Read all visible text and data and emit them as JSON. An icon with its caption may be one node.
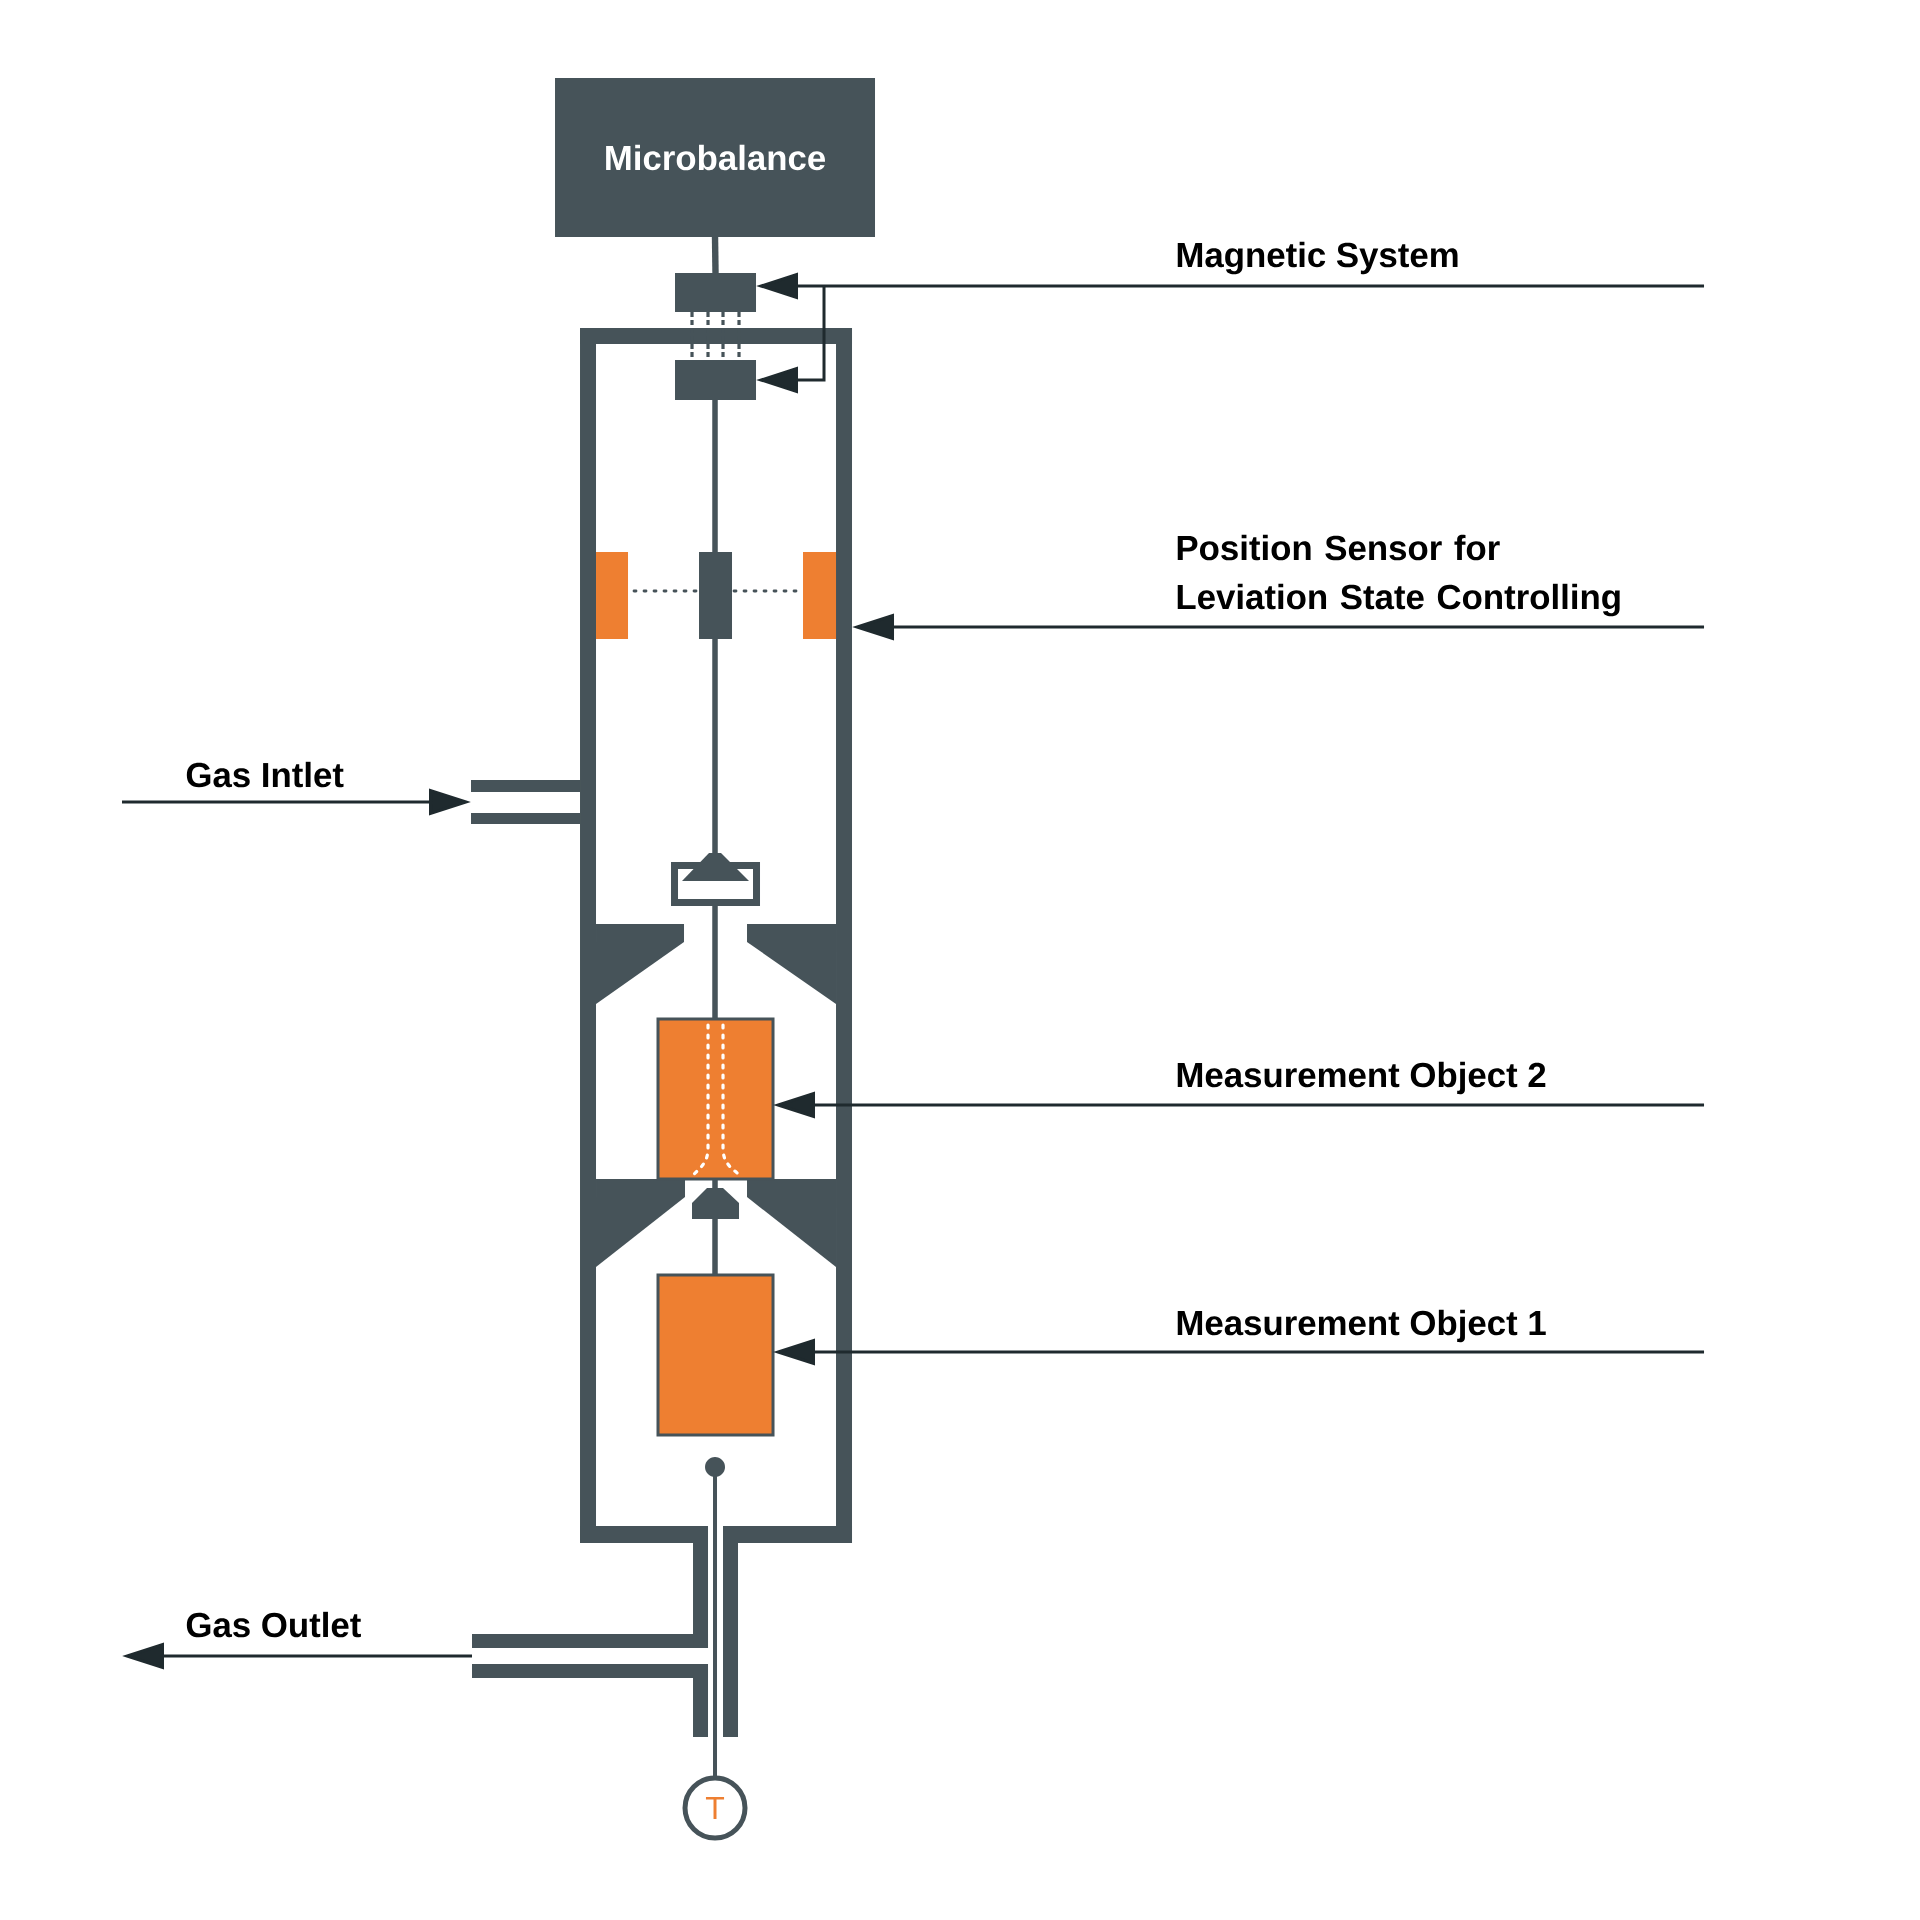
{
  "diagram": {
    "nodes": [
      {
        "text": [
          "Microbalance"
        ]
      },
      {
        "text": [],
        "shape": "box"
      },
      {
        "text": [],
        "shape": "box"
      },
      {
        "text": [],
        "shape": "box",
        "in": 2
      },
      {
        "text": [],
        "shape": "pipe"
      },
      {
        "text": [],
        "shape": "box",
        "in": 2
      },
      {
        "text": [],
        "shape": "box",
        "in": 2
      },
      {
        "text": [],
        "shape": "pipe"
      },
      {
        "text": [
          "T"
        ]
      }
    ],
    "edges": [
      {
        "from": 0,
        "to": 1,
        "arrow": "none",
        "style": "thick",
        "color": "#465359"
      },
      {
        "from": 1,
        "to": 3,
        "arrow": "none",
        "style": "dashed",
        "color": "#465359"
      },
      {
        "from": 1,
        "to": 3,
        "arrow": "none",
        "style": "dashed",
        "color": "#465359"
      },
      {
        "from": 1,
        "to": 3,
        "arrow": "none",
        "style": "dashed",
        "color": "#465359"
      },
      {
        "from": 1,
        "to": 3,
        "arrow": "none",
        "style": "dashed",
        "color": "#465359"
      },
      {
        "from": null,
        "to": 1,
        "arrow": "to",
        "label": "Magnetic System"
      },
      {
        "from": null,
        "to": 3,
        "arrow": "to"
      },
      {
        "from": null,
        "to": 2,
        "arrow": "to",
        "label": "Position Sensor for Leviation State Controlling"
      },
      {
        "from": null,
        "to": 5,
        "arrow": "to",
        "label": "Measurement Object 2"
      },
      {
        "from": null,
        "to": 6,
        "arrow": "to",
        "label": "Measurement Object 1"
      },
      {
        "from": null,
        "to": 4,
        "arrow": "to",
        "label": "Gas Intlet"
      },
      {
        "from": 7,
        "to": null,
        "arrow": "to",
        "label": "Gas Outlet"
      }
    ]
  }
}
